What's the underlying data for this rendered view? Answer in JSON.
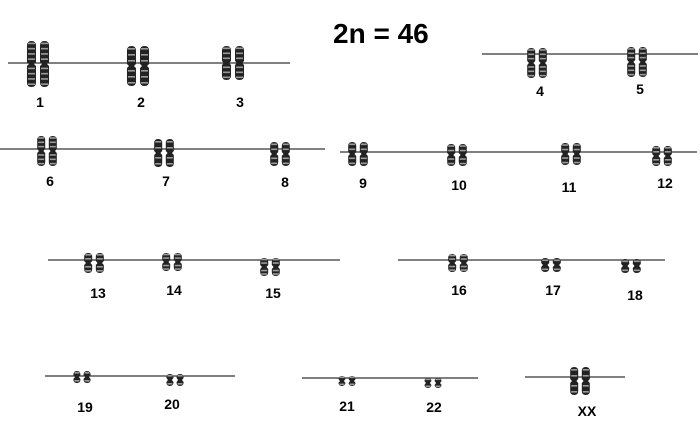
{
  "title": "2n = 46",
  "chromosome_labels": [
    "1",
    "2",
    "3",
    "4",
    "5",
    "6",
    "7",
    "8",
    "9",
    "10",
    "11",
    "12",
    "13",
    "14",
    "15",
    "16",
    "17",
    "18",
    "19",
    "20",
    "21",
    "22",
    "XX"
  ],
  "colors": {
    "background": "#ffffff",
    "chromosome": "#222222",
    "band_light": "#9a9a9a",
    "line": "#000000"
  }
}
